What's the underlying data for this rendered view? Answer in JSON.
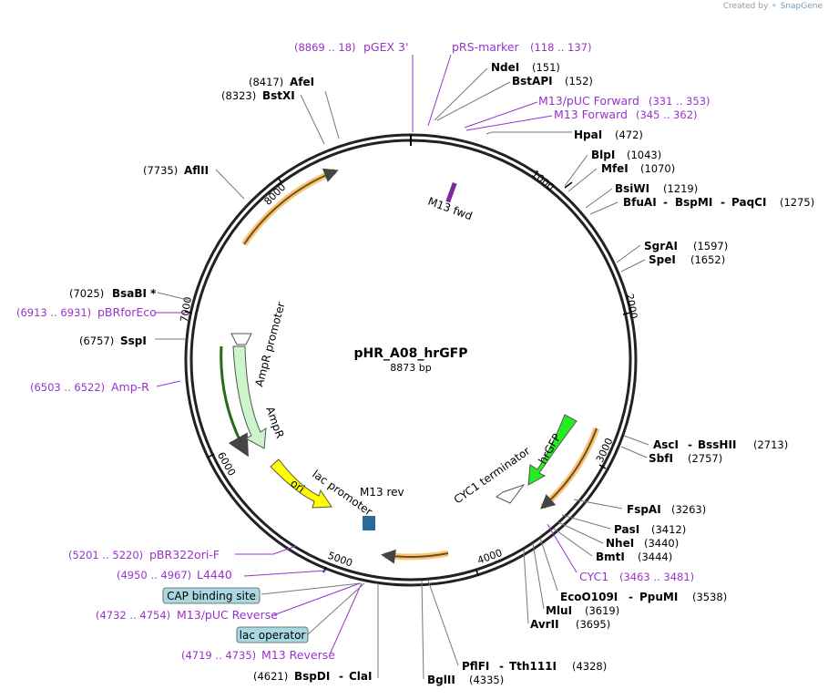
{
  "credit": {
    "prefix": "Created by",
    "brand": "SnapGene"
  },
  "plasmid": {
    "name": "pHR_A08_hrGFP",
    "size": "8873 bp"
  },
  "ticks": [
    "1000",
    "2000",
    "3000",
    "4000",
    "5000",
    "6000",
    "7000",
    "8000"
  ],
  "enzymes": [
    {
      "name": "NdeI",
      "pos": "(151)"
    },
    {
      "name": "BstAPI",
      "pos": "(152)"
    },
    {
      "name": "HpaI",
      "pos": "(472)"
    },
    {
      "name": "BlpI",
      "pos": "(1043)"
    },
    {
      "name": "MfeI",
      "pos": "(1070)"
    },
    {
      "name": "BsiWI",
      "pos": "(1219)"
    },
    {
      "name": "BfuAI",
      "name2": "BspMI",
      "name3": "PaqCI",
      "pos": "(1275)"
    },
    {
      "name": "SgrAI",
      "pos": "(1597)"
    },
    {
      "name": "SpeI",
      "pos": "(1652)"
    },
    {
      "name": "AscI",
      "name2": "BssHII",
      "pos": "(2713)"
    },
    {
      "name": "SbfI",
      "pos": "(2757)"
    },
    {
      "name": "FspAI",
      "pos": "(3263)"
    },
    {
      "name": "PasI",
      "pos": "(3412)"
    },
    {
      "name": "NheI",
      "pos": "(3440)"
    },
    {
      "name": "BmtI",
      "pos": "(3444)"
    },
    {
      "name": "EcoO109I",
      "name2": "PpuMI",
      "pos": "(3538)"
    },
    {
      "name": "MluI",
      "pos": "(3619)"
    },
    {
      "name": "AvrII",
      "pos": "(3695)"
    },
    {
      "name": "PflFI",
      "name2": "Tth111I",
      "pos": "(4328)"
    },
    {
      "name": "BglII",
      "pos": "(4335)"
    },
    {
      "name": "BspDI",
      "name2": "ClaI",
      "pos": "(4621)"
    },
    {
      "name": "AfeI",
      "pos": "(8417)"
    },
    {
      "name": "BstXI",
      "pos": "(8323)"
    },
    {
      "name": "AflII",
      "pos": "(7735)"
    },
    {
      "name": "BsaBI *",
      "pos": "(7025)"
    },
    {
      "name": "SspI",
      "pos": "(6757)"
    }
  ],
  "primers": [
    {
      "name": "pGEX 3'",
      "range": "(8869 .. 18)"
    },
    {
      "name": "pRS-marker",
      "range": "(118 .. 137)"
    },
    {
      "name": "M13/pUC Forward",
      "range": "(331 .. 353)"
    },
    {
      "name": "M13 Forward",
      "range": "(345 .. 362)"
    },
    {
      "name": "CYC1",
      "range": "(3463 .. 3481)"
    },
    {
      "name": "pBR322ori-F",
      "range": "(5201 .. 5220)"
    },
    {
      "name": "L4440",
      "range": "(4950 .. 4967)"
    },
    {
      "name": "M13/pUC Reverse",
      "range": "(4732 .. 4754)"
    },
    {
      "name": "M13 Reverse",
      "range": "(4719 .. 4735)"
    },
    {
      "name": "pBRforEco",
      "range": "(6913 .. 6931)"
    },
    {
      "name": "Amp-R",
      "range": "(6503 .. 6522)"
    }
  ],
  "boxed": [
    "CAP binding site",
    "lac operator"
  ],
  "features": {
    "m13fwd": "M13 fwd",
    "m13rev": "M13 rev",
    "amp_promoter": "AmpR promoter",
    "ampr": "AmpR",
    "ori": "ori",
    "lac_promoter": "lac promoter",
    "cyc1_term": "CYC1 terminator",
    "hrgfp": "hrGFP"
  },
  "colors": {
    "primer": "#9932cc",
    "ori": "#ffff00",
    "hrgfp": "#22ee22",
    "ampr": "#ccf5cc",
    "orf": "#f5c77e",
    "box": "#a8d8e0"
  }
}
